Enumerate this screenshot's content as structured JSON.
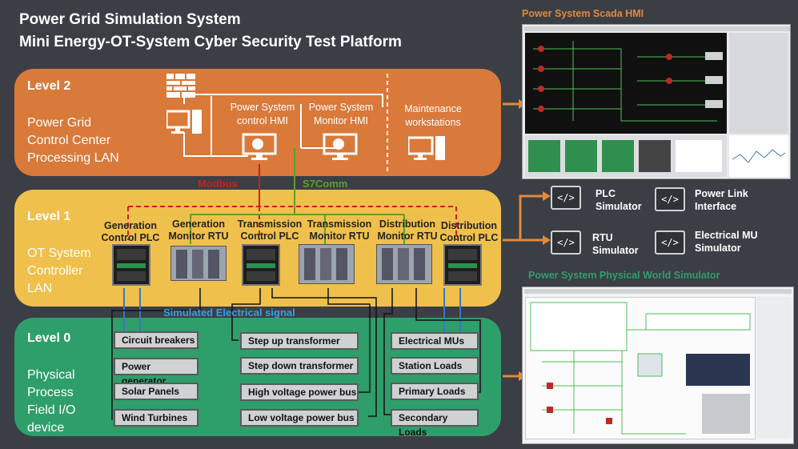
{
  "header": {
    "line1": "Power Grid Simulation System",
    "line2": "Mini Energy-OT-System Cyber Security Test Platform"
  },
  "level2": {
    "title": "Level 2",
    "desc": [
      "Power Grid",
      "Control Center",
      "Processing LAN"
    ],
    "hmi1": [
      "Power System",
      "control HMI"
    ],
    "hmi2": [
      "Power System",
      "Monitor HMI"
    ],
    "maint": [
      "Maintenance",
      "workstations"
    ]
  },
  "protocols": {
    "modbus": "Modbus",
    "s7comm": "S7Comm",
    "signal": "Simulated Electrical signal"
  },
  "level1": {
    "title": "Level 1",
    "desc": [
      "OT System",
      "Controller",
      "LAN"
    ],
    "devices": [
      {
        "l1": "Generation",
        "l2": "Control PLC"
      },
      {
        "l1": "Generation",
        "l2": "Monitor RTU"
      },
      {
        "l1": "Transmission",
        "l2": "Control PLC"
      },
      {
        "l1": "Transmission",
        "l2": "Monitor RTU"
      },
      {
        "l1": "Distribution",
        "l2": "Monitor RTU"
      },
      {
        "l1": "Distribution",
        "l2": "Control PLC"
      }
    ]
  },
  "level0": {
    "title": "Level 0",
    "desc": [
      "Physical",
      "Process",
      "Field I/O",
      "device"
    ],
    "col1": [
      "Circuit breakers",
      "Power generator",
      "Solar Panels",
      "Wind Turbines"
    ],
    "col2": [
      "Step up transformer",
      "Step down transformer",
      "High voltage power bus",
      "Low voltage power bus"
    ],
    "col3": [
      "Electrical MUs",
      "Station  Loads",
      "Primary  Loads",
      "Secondary Loads"
    ]
  },
  "simulators": [
    {
      "l1": "PLC",
      "l2": "Simulator",
      "icon": "code-icon"
    },
    {
      "l1": "Power Link",
      "l2": "Interface",
      "icon": "code-icon"
    },
    {
      "l1": "RTU",
      "l2": "Simulator",
      "icon": "code-icon"
    },
    {
      "l1": "Electrical MU",
      "l2": "Simulator",
      "icon": "code-icon"
    }
  ],
  "panels": {
    "scada": "Power System Scada HMI",
    "physical": "Power System Physical World Simulator"
  },
  "colors": {
    "bg": "#3b3e45",
    "level2": "#d9793a",
    "level1": "#f0c04c",
    "level0": "#2e9e6b",
    "modbus": "#cc1f1f",
    "s7comm": "#5aa02c",
    "signal": "#3aa0e0",
    "arrow": "#e08a3a"
  }
}
